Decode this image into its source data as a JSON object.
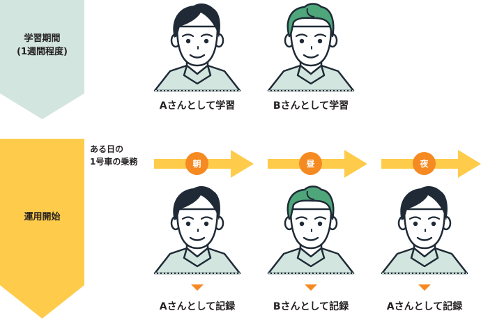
{
  "phases": [
    {
      "label_line1": "学習期間",
      "label_line2": "(1週間程度)",
      "color": "#d3e5df"
    },
    {
      "label_line1": "運用開始",
      "color": "#fecb4a"
    }
  ],
  "learning": {
    "people": [
      {
        "id": "A",
        "hair_color": "#1f2a36",
        "caption": "Aさんとして学習"
      },
      {
        "id": "B",
        "hair_color": "#4ea67a",
        "caption": "Bさんとして学習"
      }
    ]
  },
  "operation": {
    "intro_line1": "ある日の",
    "intro_line2": "1号車の乗務",
    "shifts": [
      {
        "time": "朝",
        "person": "A",
        "hair_color": "#1f2a36",
        "caption": "Aさんとして記録"
      },
      {
        "time": "昼",
        "person": "B",
        "hair_color": "#4ea67a",
        "caption": "Bさんとして記録"
      },
      {
        "time": "夜",
        "person": "A",
        "hair_color": "#1f2a36",
        "caption": "Aさんとして記録"
      }
    ]
  },
  "colors": {
    "arrow": "#fecb4a",
    "badge": "#f58a22",
    "marker": "#f58a22",
    "shirt": "#d3e5df",
    "outline": "#1f2a36"
  }
}
